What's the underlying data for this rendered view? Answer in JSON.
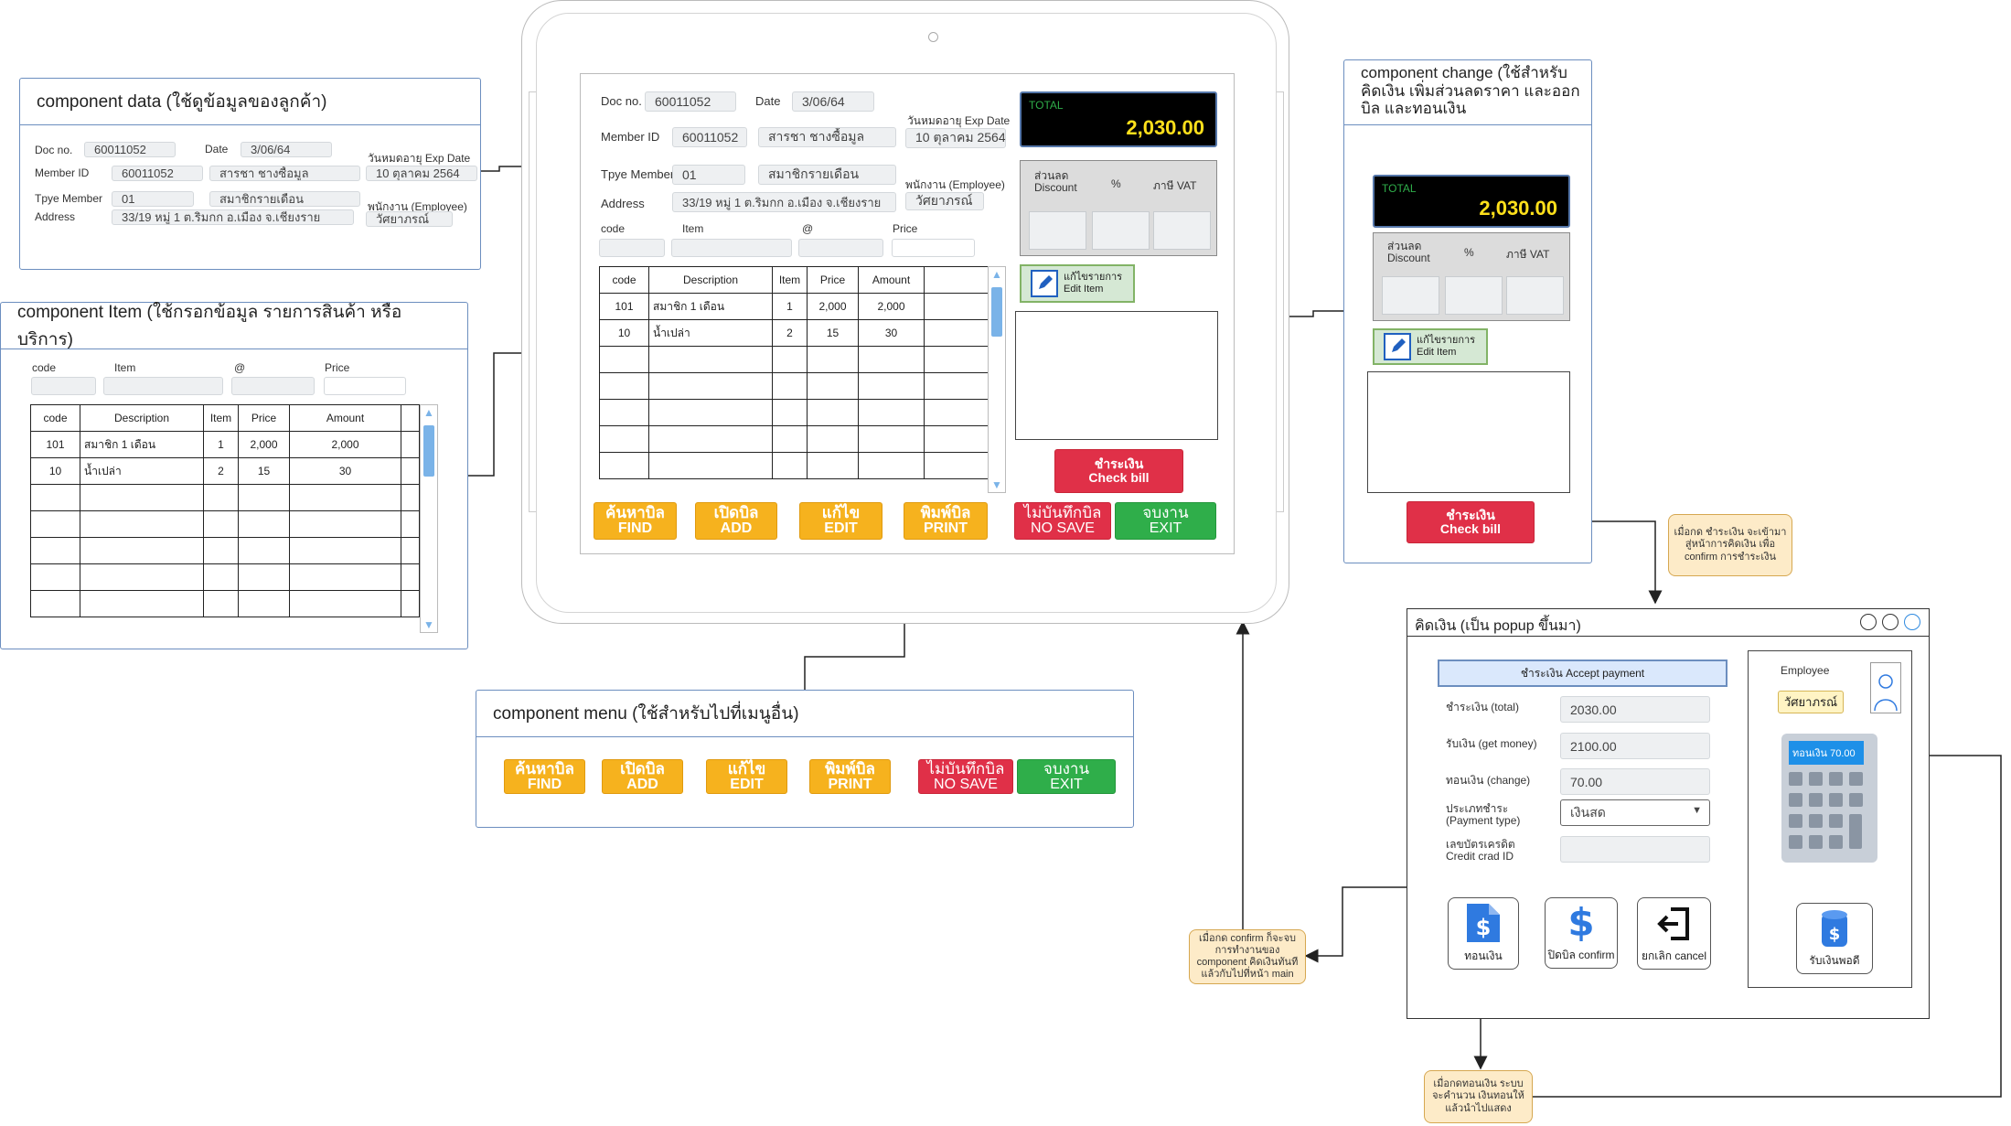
{
  "pos": {
    "doc_no_label": "Doc no.",
    "doc_no": "60011052",
    "date_label": "Date",
    "date": "3/06/64",
    "exp_label": "วันหมดอายุ Exp Date",
    "exp_date": "10 ตุลาคม 2564",
    "member_label": "Member ID",
    "member_id": "60011052",
    "member_name": "สารชา ชางซื้อมูล",
    "type_label": "Tpye Member",
    "type_code": "01",
    "type_name": "สมาชิกรายเดือน",
    "emp_label": "พนักงาน (Employee)",
    "emp_name": "วัศยาภรณ์",
    "address_label": "Address",
    "address": "33/19 หมู่ 1 ต.ริมกก อ.เมือง จ.เชียงราย",
    "code_label": "code",
    "item_label": "Item",
    "at_label": "@",
    "price_label": "Price",
    "total_label": "TOTAL",
    "total_value": "2,030.00",
    "discount_label_th": "ส่วนลด",
    "discount_label_en": "Discount",
    "percent_label": "%",
    "vat_label": "ภาษี VAT",
    "edit_th": "แก้ไขรายการ",
    "edit_en": "Edit Item",
    "checkbill_th": "ชำระเงิน",
    "checkbill_en": "Check bill"
  },
  "table": {
    "headers": [
      "code",
      "Description",
      "Item",
      "Price",
      "Amount"
    ],
    "rows": [
      [
        "101",
        "สมาชิก 1 เดือน",
        "1",
        "2,000",
        "2,000"
      ],
      [
        "10",
        "น้ำเปล่า",
        "2",
        "15",
        "30"
      ]
    ]
  },
  "menu": [
    {
      "th": "ค้นหาบิล",
      "en": "FIND"
    },
    {
      "th": "เปิดบิล",
      "en": "ADD"
    },
    {
      "th": "แก้ไข",
      "en": "EDIT"
    },
    {
      "th": "พิมพ์บิล",
      "en": "PRINT"
    },
    {
      "th": "ไม่บันทึกบิล",
      "en": "NO SAVE"
    },
    {
      "th": "จบงาน",
      "en": "EXIT"
    }
  ],
  "components": {
    "data_title": "component data (ใช้ดูข้อมูลของลูกค้า)",
    "item_title": "component Item (ใช้กรอกข้อมูล รายการสินค้า หรือ บริการ)",
    "menu_title": "component menu (ใช้สำหรับไปที่เมนูอื่น)",
    "change_title": "component change (ใช้สำหรับคิดเงิน เพิ่มส่วนลดราคา และออกบิล และทอนเงิน"
  },
  "popup": {
    "title": "คิดเงิน (เป็น popup ขึ้นมา)",
    "accept": "ชำระเงิน Accept payment",
    "total_label": "ชำระเงิน (total)",
    "total_value": "2030.00",
    "get_label": "รับเงิน (get money)",
    "get_value": "2100.00",
    "change_label": "ทอนเงิน (change)",
    "change_value": "70.00",
    "paytype_label_th": "ประเภทชำระ",
    "paytype_label_en": "(Payment type)",
    "paytype_value": "เงินสด",
    "credit_label_th": "เลขบัตรเครดิต",
    "credit_label_en": "Credit crad ID",
    "tile_change": "ทอนเงิน",
    "tile_confirm": "ปิดบิล confirm",
    "tile_cancel": "ยกเลิก cancel",
    "tile_receive": "รับเงินพอดี",
    "employee_label": "Employee",
    "employee_name": "วัศยาภรณ์",
    "calc_display": "ทอนเงิน  70.00"
  },
  "notes": {
    "checkbill_note": "เมื่อกด ชำระเงิน จะเข้ามาสู่หน้าการคิดเงิน เพื่อ confirm การชำระเงิน",
    "confirm_note": "เมื่อกด confirm ก็จะจบการทำงานของ component คิดเงินทันที แล้วกับไปที่หน้า main",
    "change_note": "เมื่อกดทอนเงิน ระบบจะคำนวน เงินทอนให้ แล้วนำไปแสดง"
  }
}
